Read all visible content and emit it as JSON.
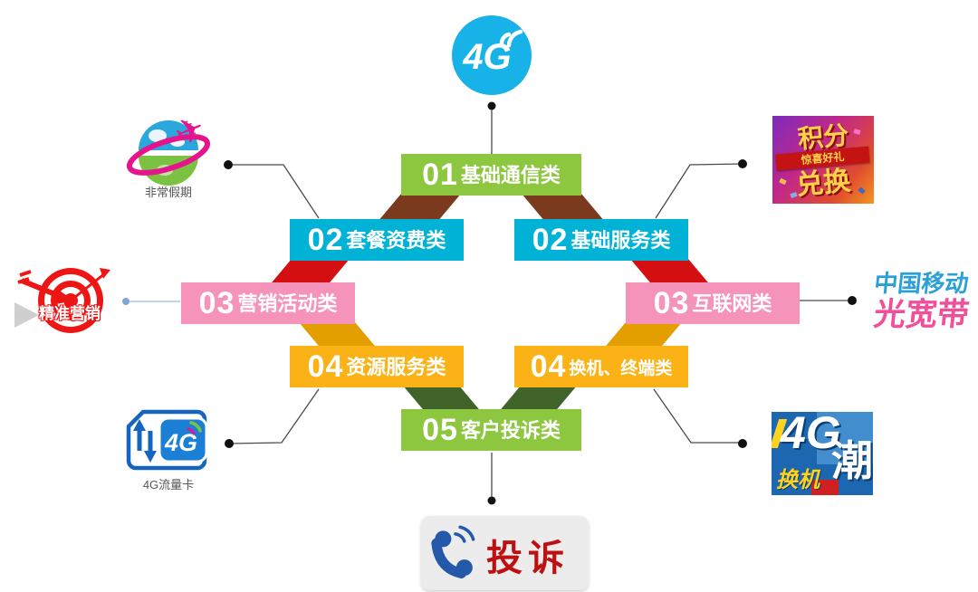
{
  "top_icon": {
    "label": "4G"
  },
  "ribbons": [
    {
      "number": "01",
      "label": "基础通信类"
    },
    {
      "number": "02",
      "label": "套餐资费类"
    },
    {
      "number": "02",
      "label": "基础服务类"
    },
    {
      "number": "03",
      "label": "营销活动类"
    },
    {
      "number": "03",
      "label": "互联网类"
    },
    {
      "number": "04",
      "label": "资源服务类"
    },
    {
      "number": "04",
      "label": "换机、终端类"
    },
    {
      "number": "05",
      "label": "客户投诉类"
    }
  ],
  "left_items": [
    {
      "caption": "非常假期"
    },
    {
      "caption": "精准营销"
    },
    {
      "caption": "4G流量卡",
      "icon_text": "4G"
    }
  ],
  "right_items": {
    "points_promo": {
      "line1": "积分",
      "banner": "惊喜好礼",
      "line2": "兑换"
    },
    "broadband": {
      "line1": "中国移动",
      "line2": "光宽带"
    },
    "swap_wave": {
      "big": "4G",
      "sub": "换机",
      "tail": "潮"
    }
  },
  "bottom_item": {
    "label": "投诉"
  },
  "colors": {
    "ribbon_green": "#8dc63f",
    "ribbon_cyan": "#00b3d6",
    "ribbon_pink": "#f693bb",
    "ribbon_orange": "#fbb217",
    "fold_brown": "#7b3a1e",
    "fold_red": "#d40f12",
    "fold_gold": "#e39e00",
    "fold_dark_green": "#3f6328",
    "circle_blue": "#17b2e8",
    "line_dark": "#4a4a4a",
    "line_light_blue": "#a9c7e8",
    "complaint_red": "#bd1111",
    "broadband_blue": "#2a9fd8",
    "broadband_pink": "#f0509a"
  }
}
